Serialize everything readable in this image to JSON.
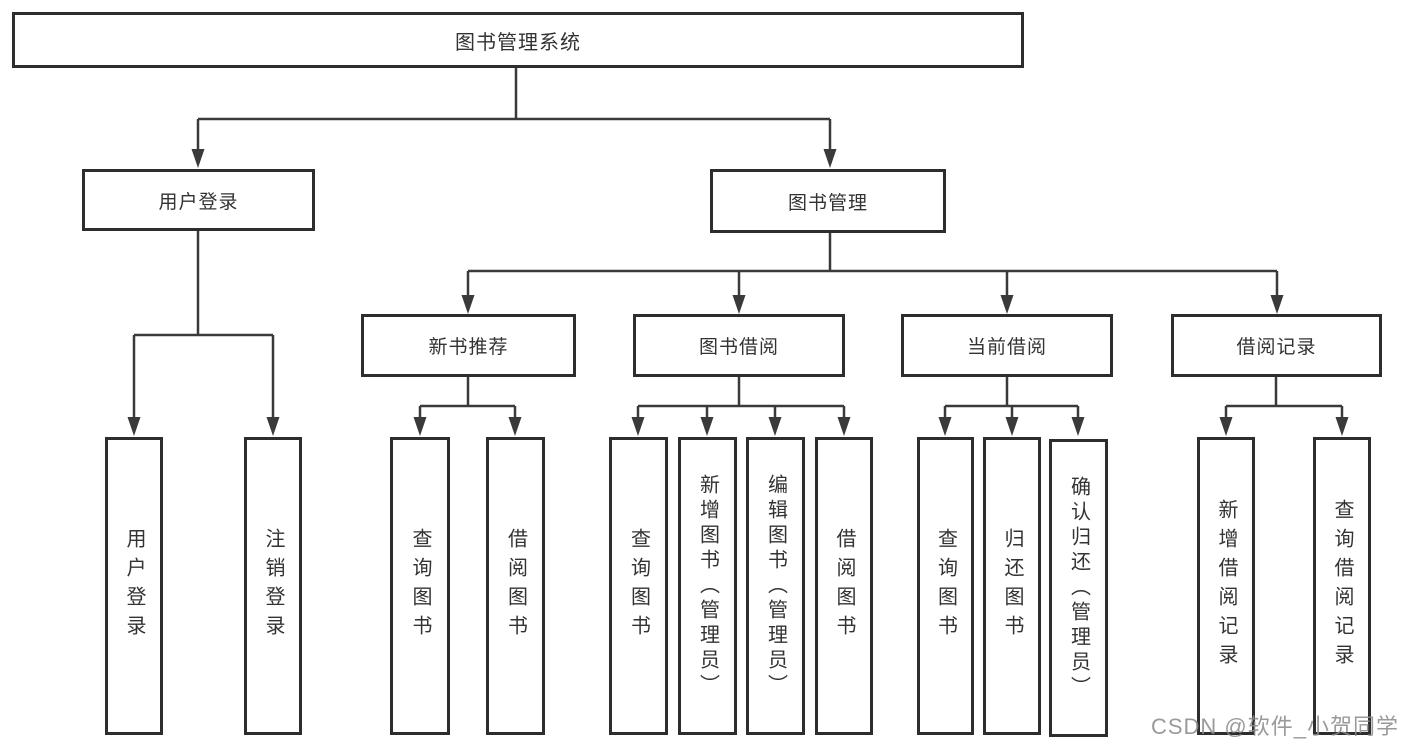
{
  "diagram_title": "图书管理系统",
  "watermark": "CSDN @软件_小贺同学",
  "colors": {
    "line": "#3a3a3a",
    "box_border": "#2d2d2d",
    "box_fill": "#ffffff",
    "text": "#333333",
    "watermark": "#8c8c8c"
  },
  "nodes": {
    "root": "图书管理系统",
    "userLogin": "用户登录",
    "bookMgmt": "图书管理",
    "newBookRec": "新书推荐",
    "bookBorrow": "图书借阅",
    "currentBorrow": "当前借阅",
    "borrowRecord": "借阅记录",
    "leafUserLogin": "用户登录",
    "leafLogout": "注销登录",
    "leafQueryBook1": "查询图书",
    "leafBorrowBook1": "借阅图书",
    "leafQueryBook2": "查询图书",
    "leafAddBook": "新增图书（管理员）",
    "leafEditBook": "编辑图书（管理员）",
    "leafBorrowBook2": "借阅图书",
    "leafQueryBook3": "查询图书",
    "leafReturnBook": "归还图书",
    "leafConfirmReturn": "确认归还（管理员）",
    "leafAddBorrowRecord": "新增借阅记录",
    "leafQueryBorrowRecord": "查询借阅记录"
  },
  "hierarchy": {
    "图书管理系统": {
      "用户登录": [
        "用户登录",
        "注销登录"
      ],
      "图书管理": {
        "新书推荐": [
          "查询图书",
          "借阅图书"
        ],
        "图书借阅": [
          "查询图书",
          "新增图书（管理员）",
          "编辑图书（管理员）",
          "借阅图书"
        ],
        "当前借阅": [
          "查询图书",
          "归还图书",
          "确认归还（管理员）"
        ],
        "借阅记录": [
          "新增借阅记录",
          "查询借阅记录"
        ]
      }
    }
  }
}
